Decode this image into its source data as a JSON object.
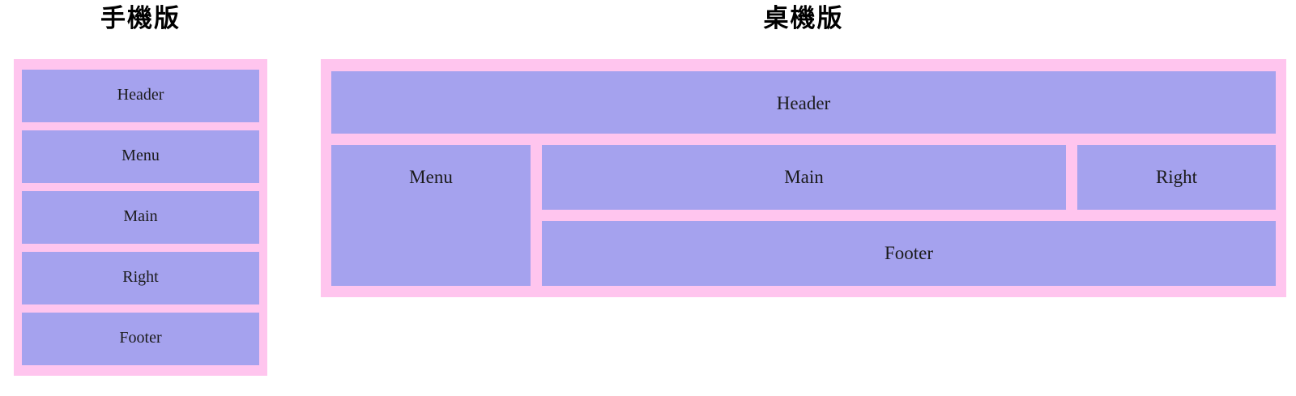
{
  "colors": {
    "container_pink": "#FFC5EE",
    "box_purple": "#A5A2EE",
    "label_text": "#1b1b1b",
    "title_text": "#000000",
    "page_bg": "#ffffff"
  },
  "mobile": {
    "title": "手機版",
    "boxes": [
      "Header",
      "Menu",
      "Main",
      "Right",
      "Footer"
    ]
  },
  "desktop": {
    "title": "桌機版",
    "boxes": {
      "header": "Header",
      "menu": "Menu",
      "main": "Main",
      "right": "Right",
      "footer": "Footer"
    }
  }
}
